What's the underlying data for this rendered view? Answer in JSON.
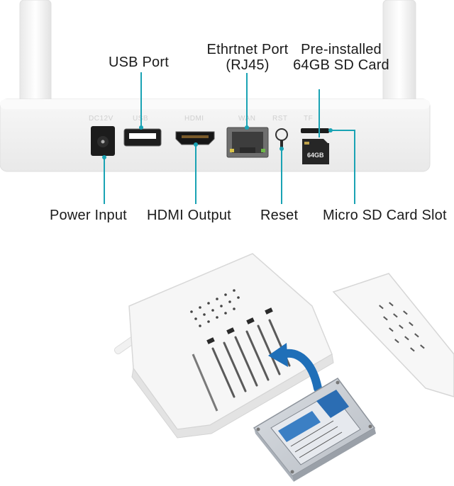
{
  "top_labels": {
    "usb_port": "USB Port",
    "ethernet_port_line1": "Ethrtnet Port",
    "ethernet_port_line2": "(RJ45)",
    "sd_card_line1": "Pre-installed",
    "sd_card_line2": "64GB SD Card"
  },
  "bottom_labels": {
    "power_input": "Power Input",
    "hdmi_output": "HDMI Output",
    "reset": "Reset",
    "micro_sd_slot": "Micro SD Card Slot"
  },
  "device_port_print": {
    "dc": "DC12V",
    "usb": "USB",
    "hdmi": "HDMI",
    "wan": "WAN",
    "rst": "RST",
    "tf": "TF"
  },
  "sd_card_print": "64GB",
  "colors": {
    "leader_line": "#1aa3b4",
    "device_body": "#f2f2f2",
    "device_edge": "#dcdcdc",
    "install_arrow": "#1f6fb8"
  },
  "icons": [
    "usb-port-icon",
    "hdmi-port-icon",
    "ethernet-port-icon",
    "power-jack-icon",
    "reset-button-icon",
    "micro-sd-card-icon",
    "hard-drive-icon",
    "curved-arrow-icon"
  ]
}
